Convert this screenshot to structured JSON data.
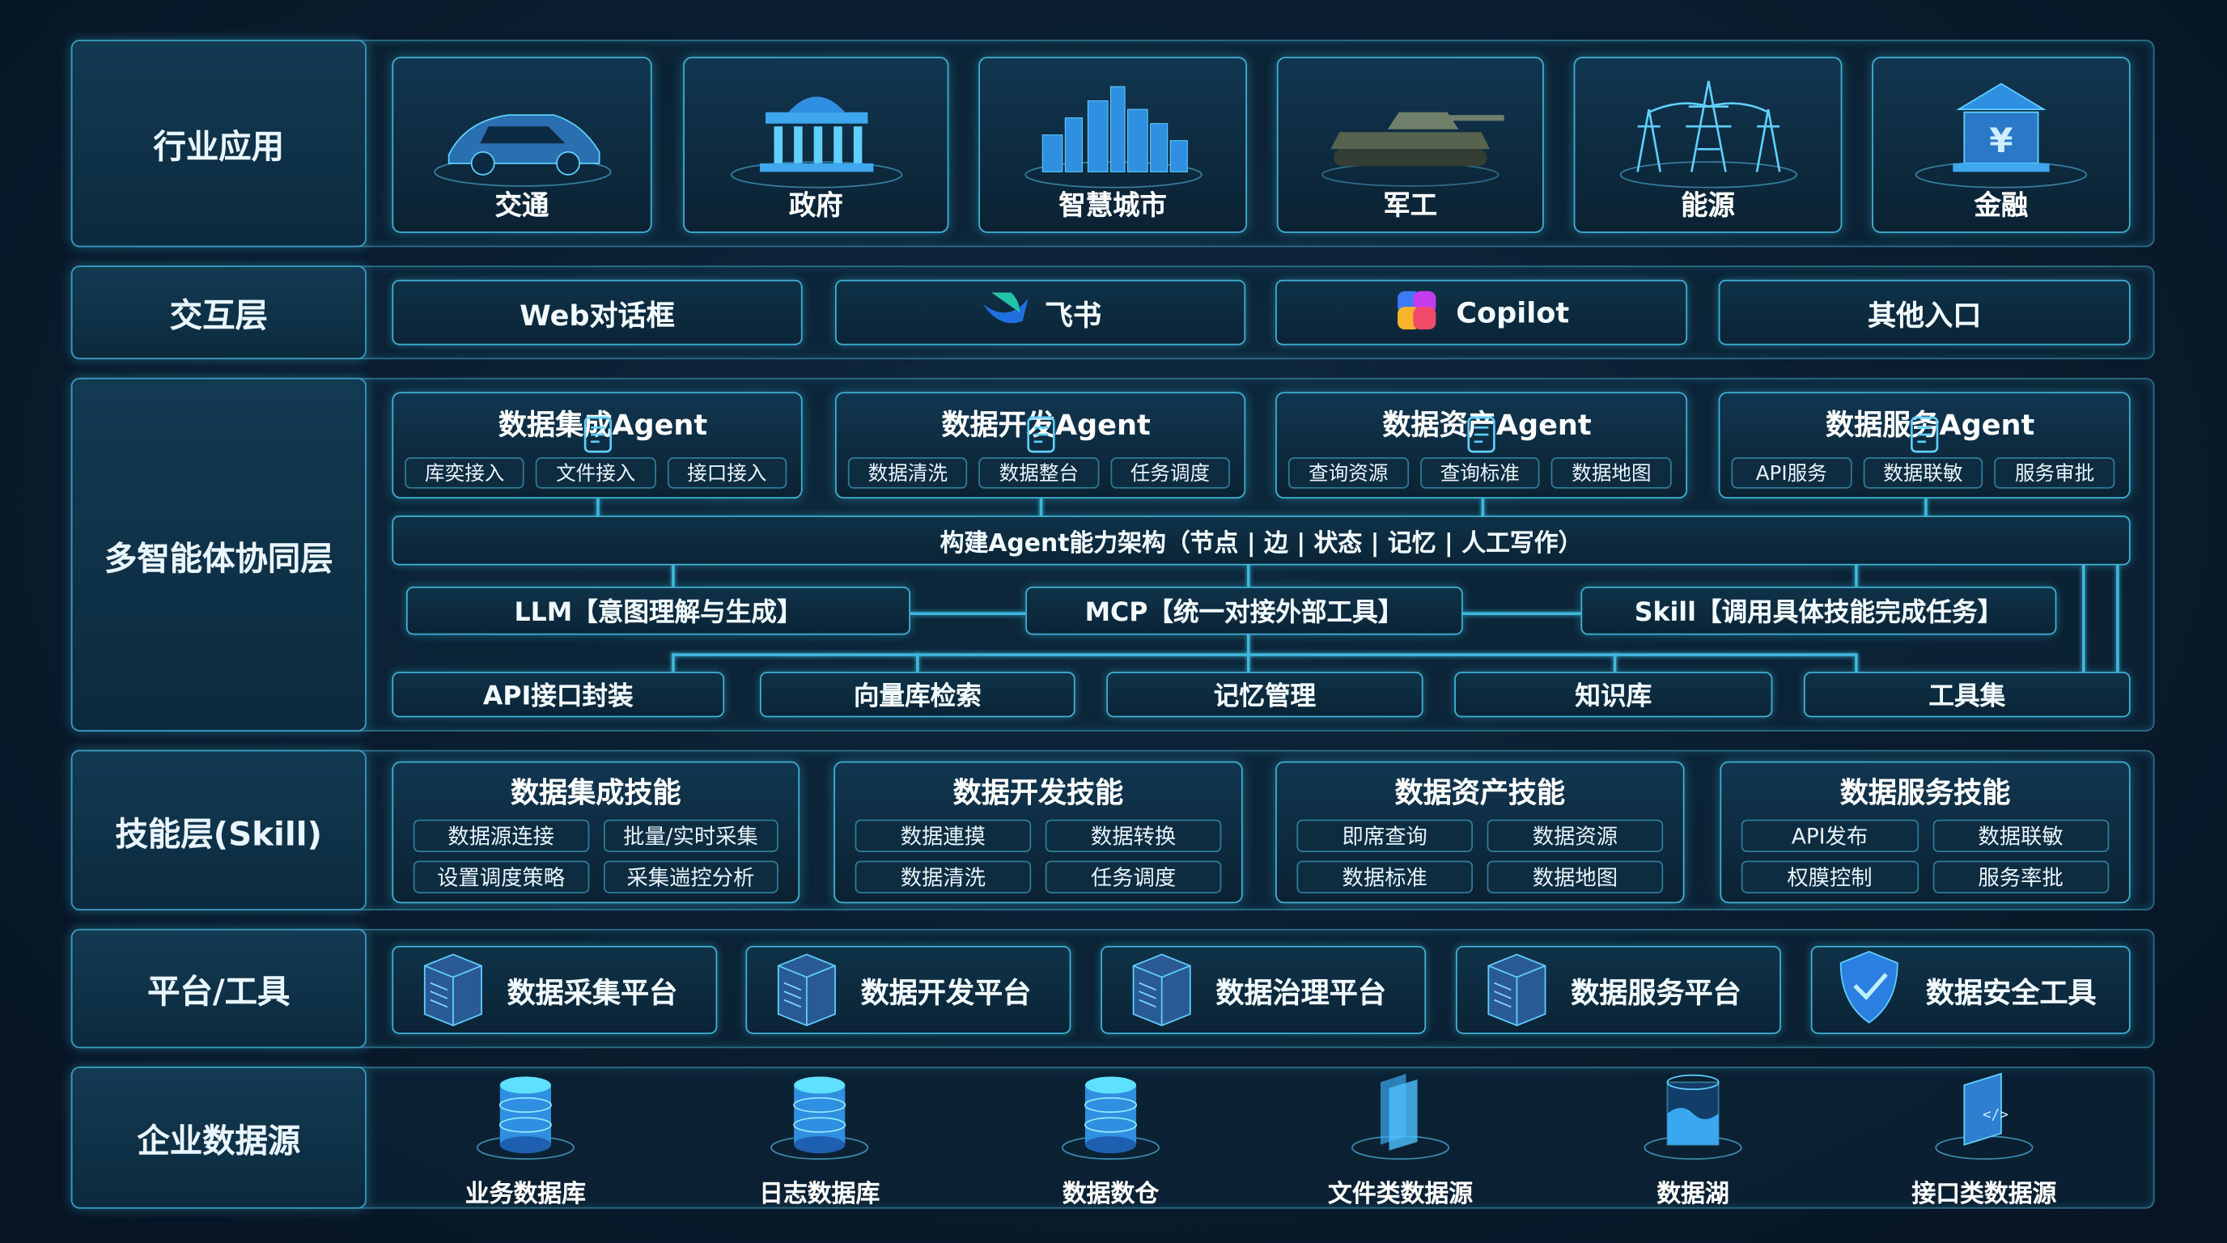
{
  "colors": {
    "accent": "#3fb3d6",
    "background": "#08172a",
    "icon_blue": "#2f8fe0"
  },
  "rows": {
    "industry": "行业应用",
    "interaction": "交互层",
    "multi_agent": "多智能体协同层",
    "skill": "技能层(Skill)",
    "platform": "平台/工具",
    "datasource": "企业数据源"
  },
  "industry": [
    {
      "label": "交通",
      "icon": "car-icon"
    },
    {
      "label": "政府",
      "icon": "government-building-icon"
    },
    {
      "label": "智慧城市",
      "icon": "smart-city-icon"
    },
    {
      "label": "军工",
      "icon": "tank-icon"
    },
    {
      "label": "能源",
      "icon": "power-tower-icon"
    },
    {
      "label": "金融",
      "icon": "bank-icon"
    }
  ],
  "interaction": [
    {
      "label": "Web对话框",
      "icon": ""
    },
    {
      "label": "飞书",
      "icon": "feishu-logo-icon"
    },
    {
      "label": "Copilot",
      "icon": "copilot-logo-icon"
    },
    {
      "label": "其他入口",
      "icon": ""
    }
  ],
  "agents": [
    {
      "title": "数据集成Agent",
      "icon": "hierarchy-icon",
      "items": [
        "库奕接入",
        "文件接入",
        "接口接入"
      ]
    },
    {
      "title": "数据开发Agent",
      "icon": "clipboard-icon",
      "items": [
        "数据清洗",
        "数据整台",
        "任务调度"
      ]
    },
    {
      "title": "数据资产Agent",
      "icon": "database-search-icon",
      "items": [
        "查询资源",
        "查询标准",
        "数据地图"
      ]
    },
    {
      "title": "数据服务Agent",
      "icon": "database-gear-icon",
      "items": [
        "API服务",
        "数据联敏",
        "服务审批"
      ]
    }
  ],
  "capability_bar": "构建Agent能力架构（节点 | 边 | 状态 | 记忆 | 人工写作）",
  "core": [
    "LLM【意图理解与生成】",
    "MCP【统一对接外部工具】",
    "Skill【调用具体技能完成任务】"
  ],
  "foundation": [
    "API接口封装",
    "向量库检索",
    "记忆管理",
    "知识库",
    "工具集"
  ],
  "skills": [
    {
      "title": "数据集成技能",
      "items": [
        "数据源连接",
        "批量/实时采集",
        "设置调度策略",
        "采集遄控分析"
      ]
    },
    {
      "title": "数据开发技能",
      "items": [
        "数据連摸",
        "数据转换",
        "数据清洗",
        "任务调度"
      ]
    },
    {
      "title": "数据资产技能",
      "items": [
        "即席查询",
        "数据资源",
        "数据标准",
        "数据地图"
      ]
    },
    {
      "title": "数据服务技能",
      "items": [
        "API发布",
        "数据联敏",
        "权膜控制",
        "服务率批"
      ]
    }
  ],
  "platforms": [
    {
      "label": "数据采集平台",
      "icon": "server-icon"
    },
    {
      "label": "数据开发平台",
      "icon": "server-icon"
    },
    {
      "label": "数据治理平台",
      "icon": "server-icon"
    },
    {
      "label": "数据服务平台",
      "icon": "server-icon"
    },
    {
      "label": "数据安全工具",
      "icon": "shield-check-icon"
    }
  ],
  "datasources": [
    {
      "label": "业务数据库",
      "icon": "database-icon"
    },
    {
      "label": "日志数据库",
      "icon": "database-icon"
    },
    {
      "label": "数据数仓",
      "icon": "database-icon"
    },
    {
      "label": "文件类数据源",
      "icon": "files-icon"
    },
    {
      "label": "数据湖",
      "icon": "data-lake-icon"
    },
    {
      "label": "接口类数据源",
      "icon": "api-panel-icon"
    }
  ]
}
